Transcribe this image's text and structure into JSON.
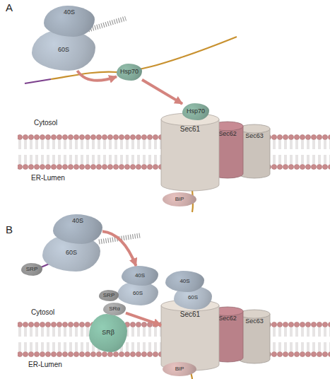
{
  "diagram": {
    "nodes": [
      {
        "text": [
          "40S"
        ]
      },
      {
        "text": [
          "60S"
        ]
      },
      {
        "text": [
          "Hsp70"
        ]
      },
      {
        "text": [
          "Hsp70"
        ]
      },
      {
        "text": [
          "Sec61"
        ]
      },
      {
        "text": [
          "Sec62"
        ]
      },
      {
        "text": [
          "Sec63"
        ]
      },
      {
        "text": [
          "BiP"
        ]
      },
      {
        "text": [
          "SRP"
        ]
      },
      {
        "text": [
          "40S"
        ]
      },
      {
        "text": [
          "60S"
        ]
      },
      {
        "text": [
          "40S"
        ]
      },
      {
        "text": [
          "60S"
        ]
      },
      {
        "text": [
          "SRP"
        ]
      },
      {
        "text": [
          "SRα"
        ]
      },
      {
        "text": [
          "SRβ"
        ]
      },
      {
        "text": [
          "40S"
        ]
      },
      {
        "text": [
          "60S"
        ]
      },
      {
        "text": [
          "Sec61"
        ]
      },
      {
        "text": [
          "Sec62"
        ]
      },
      {
        "text": [
          "Sec63"
        ]
      },
      {
        "text": [
          "BiP"
        ]
      }
    ],
    "edges": [
      {
        "from": 1,
        "to": 2,
        "arrow": "to"
      },
      {
        "from": 2,
        "to": 3,
        "arrow": "to"
      },
      {
        "from": 9,
        "to": 11,
        "arrow": "to"
      },
      {
        "from": 14,
        "to": 18,
        "arrow": "to"
      }
    ],
    "labels": [
      "A",
      "Cytosol",
      "ER-Lumen",
      "B",
      "Cytosol",
      "ER-Lumen"
    ]
  }
}
